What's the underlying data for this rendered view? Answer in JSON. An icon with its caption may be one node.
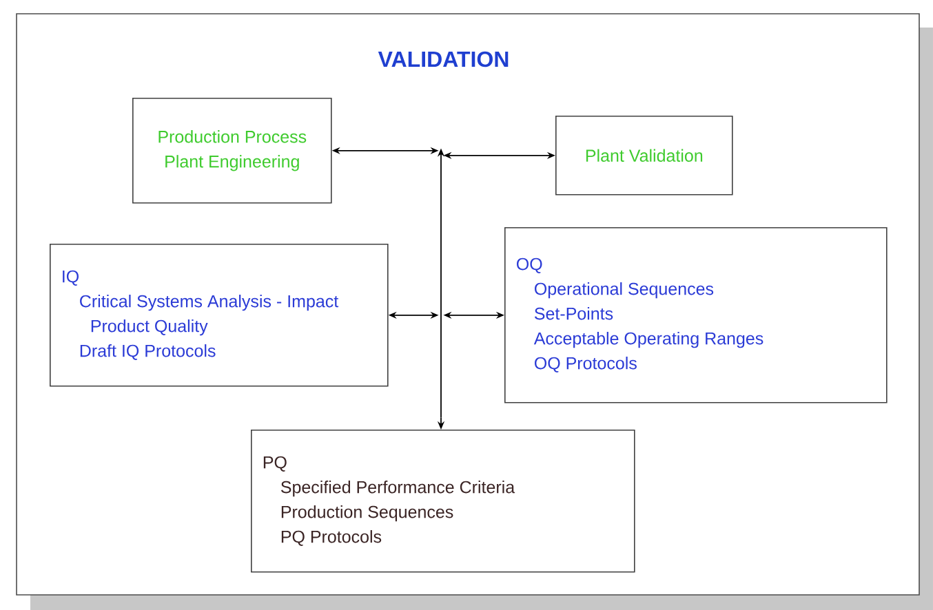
{
  "diagram": {
    "title": "VALIDATION",
    "nodes": [
      {
        "text": [
          "Production Process Plant Engineering"
        ]
      },
      {
        "text": [
          "Plant Validation"
        ]
      },
      {
        "text": [
          "IQ",
          "Critical Systems Analysis - Impact Product Quality",
          "Draft IQ Protocols"
        ]
      },
      {
        "text": [
          "OQ",
          "Operational Sequences",
          "Set-Points",
          "Acceptable Operating Ranges",
          "OQ Protocols"
        ]
      },
      {
        "text": [
          "PQ",
          "Specified Performance Criteria",
          "Production Sequences",
          "PQ Protocols"
        ]
      },
      {
        "text": [],
        "shape": "bar"
      }
    ],
    "edges": [
      {
        "from": 0,
        "to": 5,
        "arrow": "both"
      },
      {
        "from": 5,
        "to": 1,
        "arrow": "both"
      },
      {
        "from": 2,
        "to": 5,
        "arrow": "both"
      },
      {
        "from": 5,
        "to": 3,
        "arrow": "both"
      },
      {
        "from": 5,
        "to": 4,
        "arrow": "to"
      }
    ]
  }
}
